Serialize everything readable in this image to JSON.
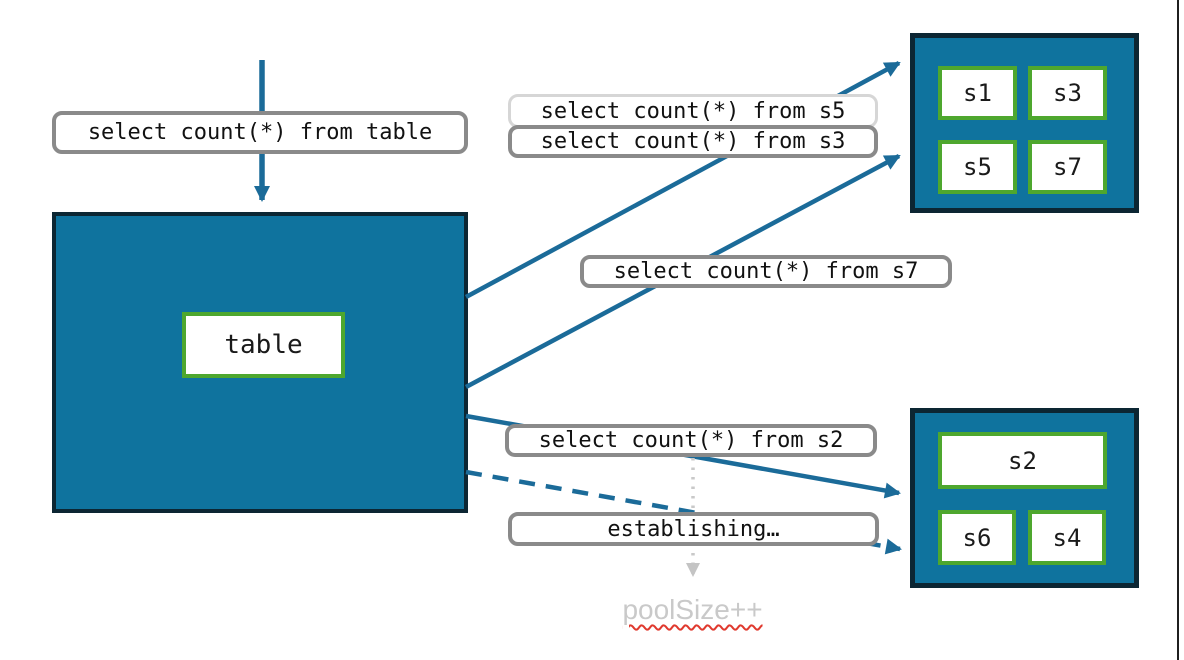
{
  "colors": {
    "teal_fill": "#0f739e",
    "dark_border": "#0c2633",
    "green_border": "#4ea72e",
    "arrow_teal": "#1b6b99",
    "label_border_gray": "#8a8a8a",
    "label_border_light": "#d6d6d6",
    "muted_gray": "#c9c9c9",
    "squiggle_red": "#e0392e"
  },
  "queries": {
    "from_table": "select count(*) from table",
    "from_s5": "select count(*) from s5",
    "from_s3": "select count(*) from s3",
    "from_s7": "select count(*) from s7",
    "from_s2": "select count(*) from s2",
    "establishing": "establishing…"
  },
  "table_box": {
    "label": "table"
  },
  "pools": {
    "top": {
      "shards": [
        {
          "label": "s1"
        },
        {
          "label": "s3"
        },
        {
          "label": "s5"
        },
        {
          "label": "s7"
        }
      ]
    },
    "bottom": {
      "wide_shard": {
        "label": "s2"
      },
      "shards": [
        {
          "label": "s6"
        },
        {
          "label": "s4"
        }
      ]
    }
  },
  "annotations": {
    "pool_size": "poolSize++"
  }
}
